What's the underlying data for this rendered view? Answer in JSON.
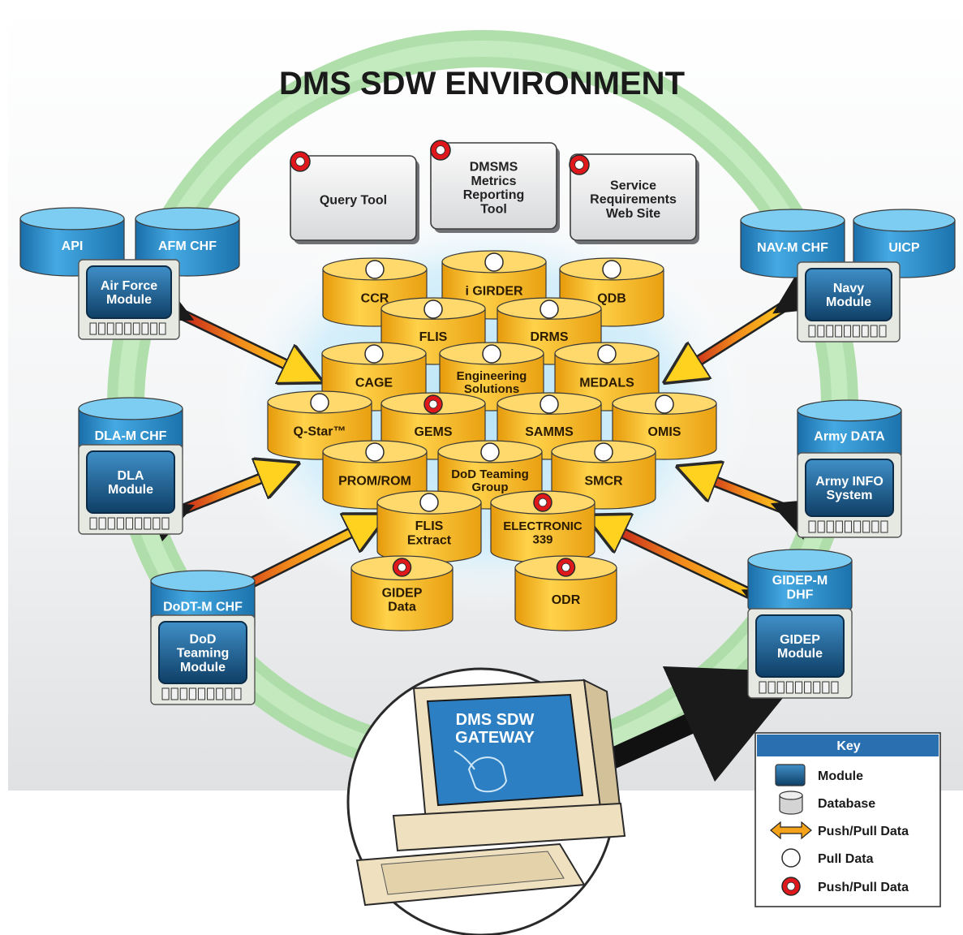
{
  "title": "DMS SDW ENVIRONMENT",
  "tools": [
    {
      "id": "query-tool",
      "lines": [
        "Query Tool"
      ],
      "marker": "push-pull"
    },
    {
      "id": "dmsms-metrics-reporting-tool",
      "lines": [
        "DMSMS",
        "Metrics",
        "Reporting",
        "Tool"
      ],
      "marker": "push-pull"
    },
    {
      "id": "service-requirements-web-site",
      "lines": [
        "Service",
        "Requirements",
        "Web Site"
      ],
      "marker": "push-pull"
    }
  ],
  "databases": [
    {
      "id": "ccr",
      "lines": [
        "CCR"
      ],
      "marker": "pull"
    },
    {
      "id": "igirder",
      "lines": [
        "i GIRDER"
      ],
      "marker": "pull"
    },
    {
      "id": "qdb",
      "lines": [
        "QDB"
      ],
      "marker": "pull"
    },
    {
      "id": "flis",
      "lines": [
        "FLIS"
      ],
      "marker": "pull"
    },
    {
      "id": "drms",
      "lines": [
        "DRMS"
      ],
      "marker": "pull"
    },
    {
      "id": "cage",
      "lines": [
        "CAGE"
      ],
      "marker": "pull"
    },
    {
      "id": "engineering-solutions",
      "lines": [
        "Engineering",
        "Solutions"
      ],
      "marker": "pull"
    },
    {
      "id": "medals",
      "lines": [
        "MEDALS"
      ],
      "marker": "pull"
    },
    {
      "id": "q-star",
      "lines": [
        "Q-Star™"
      ],
      "marker": "pull"
    },
    {
      "id": "gems",
      "lines": [
        "GEMS"
      ],
      "marker": "push-pull"
    },
    {
      "id": "samms",
      "lines": [
        "SAMMS"
      ],
      "marker": "pull"
    },
    {
      "id": "omis",
      "lines": [
        "OMIS"
      ],
      "marker": "pull"
    },
    {
      "id": "prom-rom",
      "lines": [
        "PROM/ROM"
      ],
      "marker": "pull"
    },
    {
      "id": "dod-teaming-group",
      "lines": [
        "DoD Teaming",
        "Group"
      ],
      "marker": "pull"
    },
    {
      "id": "smcr",
      "lines": [
        "SMCR"
      ],
      "marker": "pull"
    },
    {
      "id": "flis-extract",
      "lines": [
        "FLIS",
        "Extract"
      ],
      "marker": "pull"
    },
    {
      "id": "electronic-339",
      "lines": [
        "ELECTRONIC",
        "339"
      ],
      "marker": "push-pull"
    },
    {
      "id": "gidep-data",
      "lines": [
        "GIDEP",
        "Data"
      ],
      "marker": "push-pull"
    },
    {
      "id": "odr",
      "lines": [
        "ODR"
      ],
      "marker": "push-pull"
    }
  ],
  "side_databases": [
    {
      "id": "api",
      "label": "API"
    },
    {
      "id": "afm-chf",
      "label": "AFM CHF"
    },
    {
      "id": "nav-m-chf",
      "label": "NAV-M CHF"
    },
    {
      "id": "uicp",
      "label": "UICP"
    },
    {
      "id": "dla-m-chf",
      "label": "DLA-M CHF"
    },
    {
      "id": "army-data",
      "label": "Army DATA"
    },
    {
      "id": "dodt-m-chf",
      "label": "DoDT-M CHF"
    },
    {
      "id": "gidep-m-dhf",
      "label": "GIDEP-M DHF"
    }
  ],
  "modules": [
    {
      "id": "air-force-module",
      "lines": [
        "Air Force",
        "Module"
      ]
    },
    {
      "id": "navy-module",
      "lines": [
        "Navy",
        "Module"
      ]
    },
    {
      "id": "dla-module",
      "lines": [
        "DLA",
        "Module"
      ]
    },
    {
      "id": "army-info-system",
      "lines": [
        "Army INFO",
        "System"
      ]
    },
    {
      "id": "dod-teaming-module",
      "lines": [
        "DoD",
        "Teaming",
        "Module"
      ]
    },
    {
      "id": "gidep-module",
      "lines": [
        "GIDEP",
        "Module"
      ]
    }
  ],
  "gateway": {
    "lines": [
      "DMS SDW",
      "GATEWAY"
    ]
  },
  "key": {
    "title": "Key",
    "items": [
      {
        "icon": "module",
        "label": "Module"
      },
      {
        "icon": "database",
        "label": "Database"
      },
      {
        "icon": "arrow",
        "label": "Push/Pull Data"
      },
      {
        "icon": "pull",
        "label": "Pull Data"
      },
      {
        "icon": "push-pull",
        "label": "Push/Pull Data"
      }
    ]
  },
  "colors": {
    "ring": "#9fd59a",
    "db_yellow": "#f9b81b",
    "db_yellow_top": "#ffd766",
    "db_blue": "#2c8ac8",
    "db_blue_top": "#6cc3ef",
    "module": "#1d5e8f",
    "key_header": "#2a6fb0",
    "marker_red": "#e0181b"
  }
}
